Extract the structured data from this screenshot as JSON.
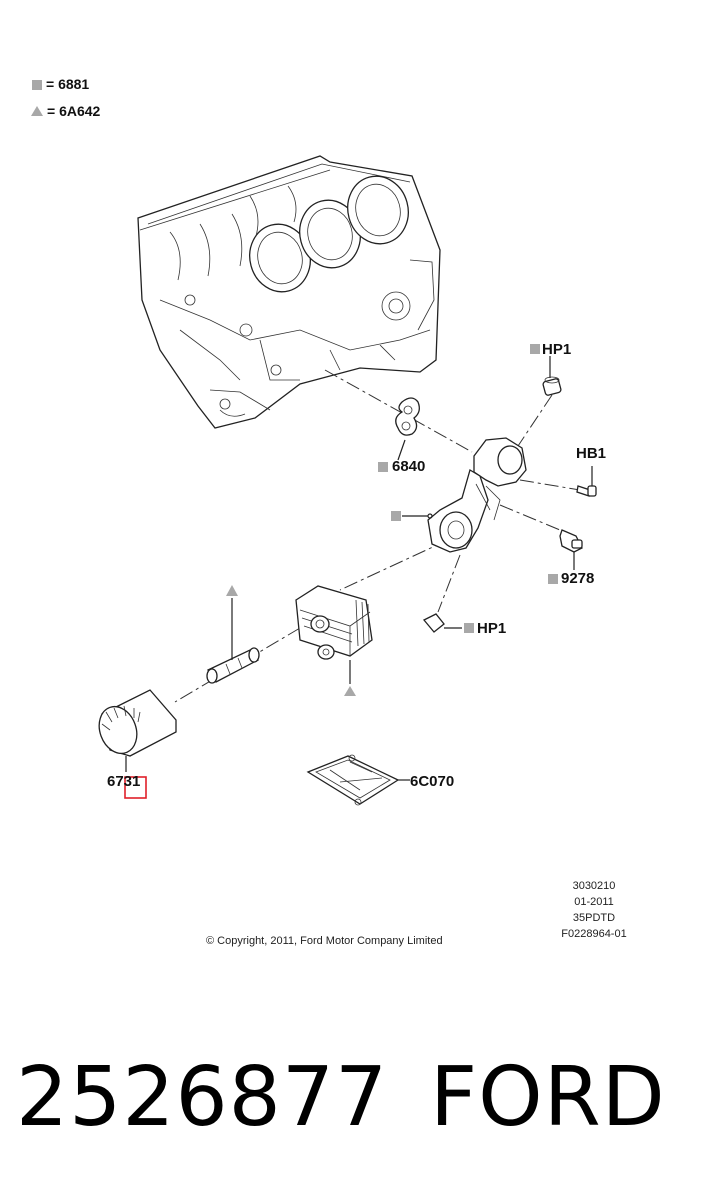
{
  "legend": [
    {
      "symbol": "square",
      "text": "= 6881"
    },
    {
      "symbol": "triangle",
      "text": "= 6A642"
    }
  ],
  "callouts": {
    "hp1_top": "HP1",
    "hb1": "HB1",
    "gasket_6840": "6840",
    "sensor_9278": "9278",
    "hp1_bottom": "HP1",
    "filter_6731": "6731",
    "cover_6c070": "6C070"
  },
  "info_block": [
    "3030210",
    "01-2011",
    "35PDTD",
    "F0228964-01"
  ],
  "copyright": "© Copyright, 2011, Ford Motor Company Limited",
  "part_number": "2526877",
  "brand": "FORD",
  "colors": {
    "marker_gray": "#a8a8a8",
    "highlight_box": "#e0202a"
  }
}
